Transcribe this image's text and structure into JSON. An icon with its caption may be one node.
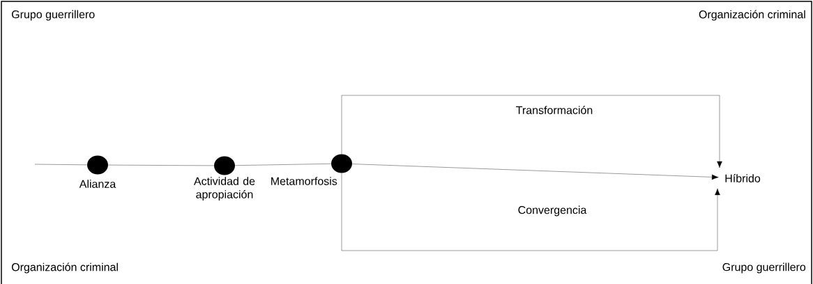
{
  "diagram": {
    "nodes": [
      {
        "text": [],
        "shape": "circle",
        "beside": [
          "Alianza"
        ]
      },
      {
        "text": [],
        "shape": "circle",
        "beside": [
          "Actividad de apropiación"
        ]
      },
      {
        "text": [],
        "shape": "circle",
        "beside": [
          "Metamorfosis"
        ]
      },
      {
        "text": [
          "Híbrido"
        ]
      }
    ],
    "edges": [
      {
        "from": null,
        "to": 0,
        "arrow": "none"
      },
      {
        "from": 0,
        "to": 1,
        "arrow": "none"
      },
      {
        "from": 1,
        "to": 2,
        "arrow": "none"
      },
      {
        "from": 2,
        "to": 3,
        "arrow": "to"
      },
      {
        "from": 2,
        "to": 3,
        "arrow": "to",
        "label": "Transformación"
      },
      {
        "from": 2,
        "to": 3,
        "arrow": "to",
        "label": "Convergencia"
      }
    ],
    "labels": [
      "Grupo guerrillero",
      "Organización criminal",
      "Organización criminal",
      "Grupo guerrillero"
    ]
  }
}
